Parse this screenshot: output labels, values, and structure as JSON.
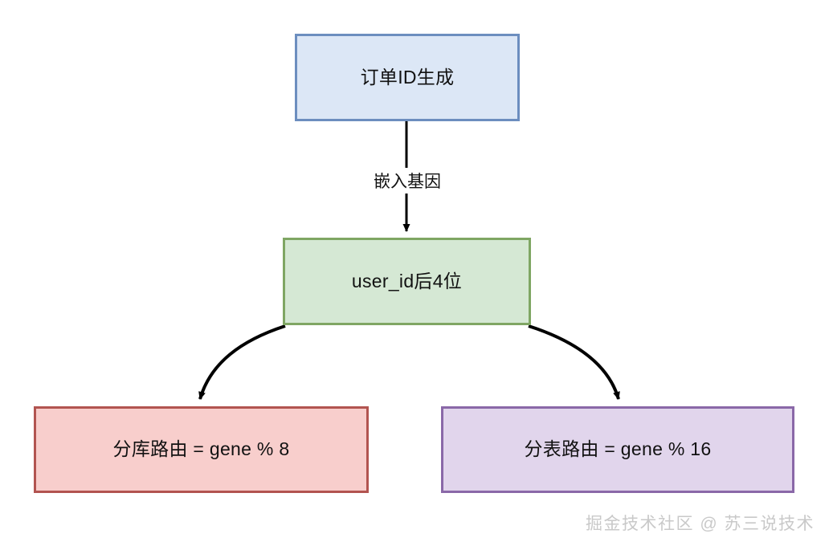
{
  "diagram": {
    "type": "flowchart",
    "background_color": "#ffffff",
    "nodes": [
      {
        "id": "order-id",
        "label": "订单ID生成",
        "fill": "#dce7f6",
        "stroke": "#6c8ebf"
      },
      {
        "id": "gene",
        "label": "user_id后4位",
        "fill": "#d5e8d4",
        "stroke": "#7fa663"
      },
      {
        "id": "db-route",
        "label": "分库路由 = gene % 8",
        "fill": "#f8cecc",
        "stroke": "#b25450"
      },
      {
        "id": "table-route",
        "label": "分表路由 = gene % 16",
        "fill": "#e1d5ec",
        "stroke": "#8a68a8"
      }
    ],
    "edges": [
      {
        "id": "order-to-gene",
        "from": "order-id",
        "to": "gene",
        "label": "嵌入基因",
        "style": "straight",
        "color": "#000000"
      },
      {
        "id": "gene-to-db-route",
        "from": "gene",
        "to": "db-route",
        "label": "",
        "style": "curved",
        "color": "#000000"
      },
      {
        "id": "gene-to-table-route",
        "from": "gene",
        "to": "table-route",
        "label": "",
        "style": "curved",
        "color": "#000000"
      }
    ]
  },
  "watermark": {
    "text": "掘金技术社区 @ 苏三说技术",
    "color": "#c9c9c9"
  }
}
